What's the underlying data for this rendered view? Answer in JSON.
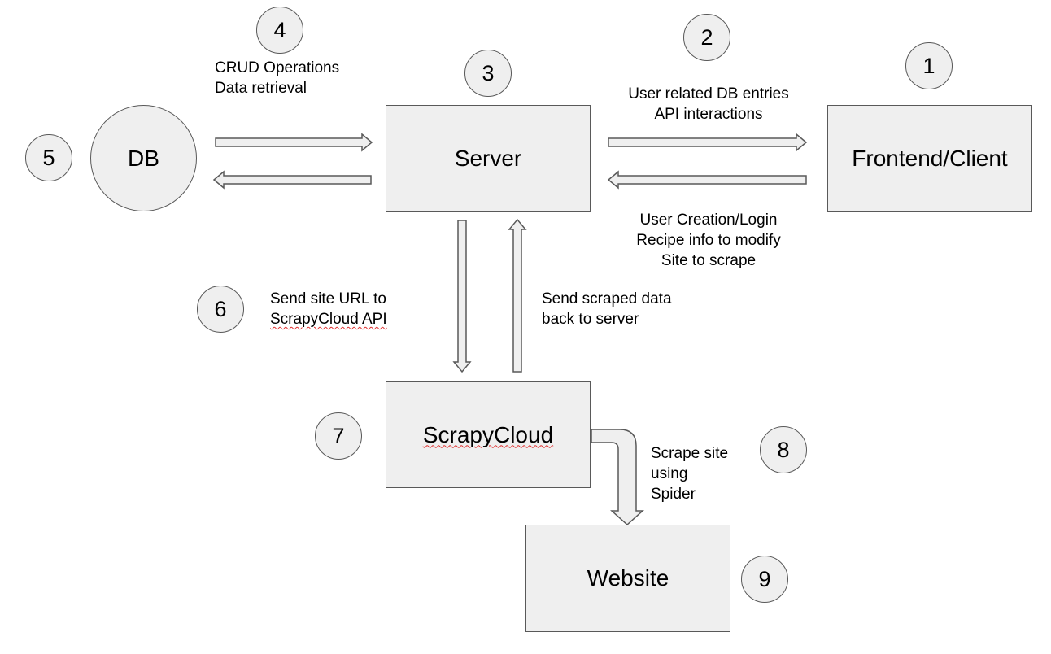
{
  "nodes": {
    "db": "DB",
    "server": "Server",
    "frontend": "Frontend/Client",
    "scrapycloud": "ScrapyCloud",
    "website": "Website"
  },
  "steps": [
    "1",
    "2",
    "3",
    "4",
    "5",
    "6",
    "7",
    "8",
    "9"
  ],
  "labels": {
    "crud": [
      "CRUD Operations",
      "Data retrieval"
    ],
    "user_db": [
      "User related DB entries",
      "API interactions"
    ],
    "user_creation": [
      "User Creation/Login",
      "Recipe info to modify",
      "Site to scrape"
    ],
    "send_url": [
      "Send site URL to",
      "ScrapyCloud API"
    ],
    "send_back": [
      "Send scraped data",
      "back to server"
    ],
    "scrape": [
      "Scrape site",
      "using",
      "Spider"
    ]
  },
  "colors": {
    "fill": "#efefef",
    "stroke": "#595959",
    "spellcheck": "#e03030"
  }
}
